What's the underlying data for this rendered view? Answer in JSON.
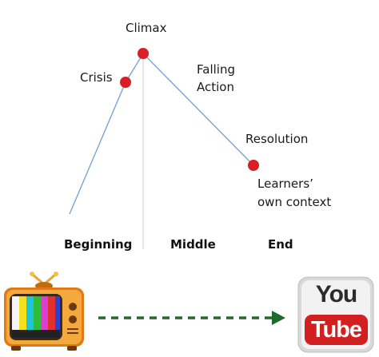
{
  "points": {
    "climax": "Climax",
    "crisis": "Crisis",
    "falling_action": [
      "Falling",
      "Action"
    ],
    "resolution": "Resolution",
    "learners_context": [
      "Learners’",
      "own context"
    ]
  },
  "sections": {
    "beginning": "Beginning",
    "middle": "Middle",
    "end": "End"
  },
  "youtube_logo": {
    "top": "You",
    "bottom": "Tube"
  },
  "colors": {
    "plot_line": "#7aa3d6",
    "marker": "#d91f26",
    "divider": "#c8c8c8",
    "arrow": "#1f6b2e"
  }
}
